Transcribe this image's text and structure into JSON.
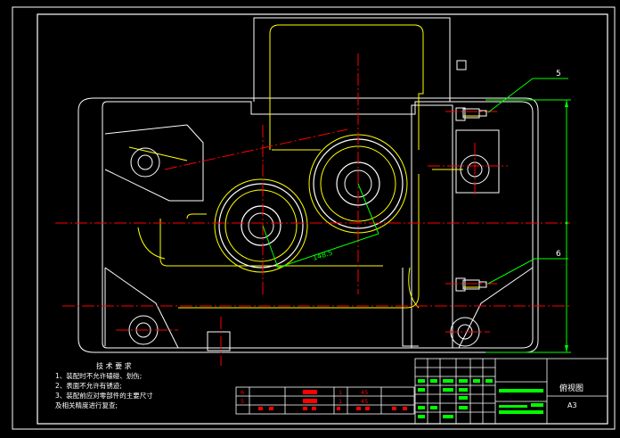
{
  "drawing": {
    "colors": {
      "background": "#000000",
      "outline": "#ffffff",
      "hidden": "#ffff00",
      "center": "#ff0000",
      "dimension": "#00ff00",
      "title_block": "#ffffff"
    },
    "callouts": [
      "5",
      "6"
    ],
    "dimension_label": "148.5",
    "technical_requirements": {
      "title": "技 术 要 求",
      "items": [
        "1、装配时不允许磕碰、划伤;",
        "2、表面不允许有锈迹;",
        "3、装配前应对零部件的主要尺寸",
        "及相关精度进行复查;"
      ]
    },
    "title_block": {
      "view_name": "俯视图",
      "sheet_size": "A3"
    },
    "parts_list": [
      {
        "no": "6",
        "qty": "1",
        "material": "45"
      },
      {
        "no": "5",
        "qty": "1",
        "material": "45"
      }
    ]
  }
}
